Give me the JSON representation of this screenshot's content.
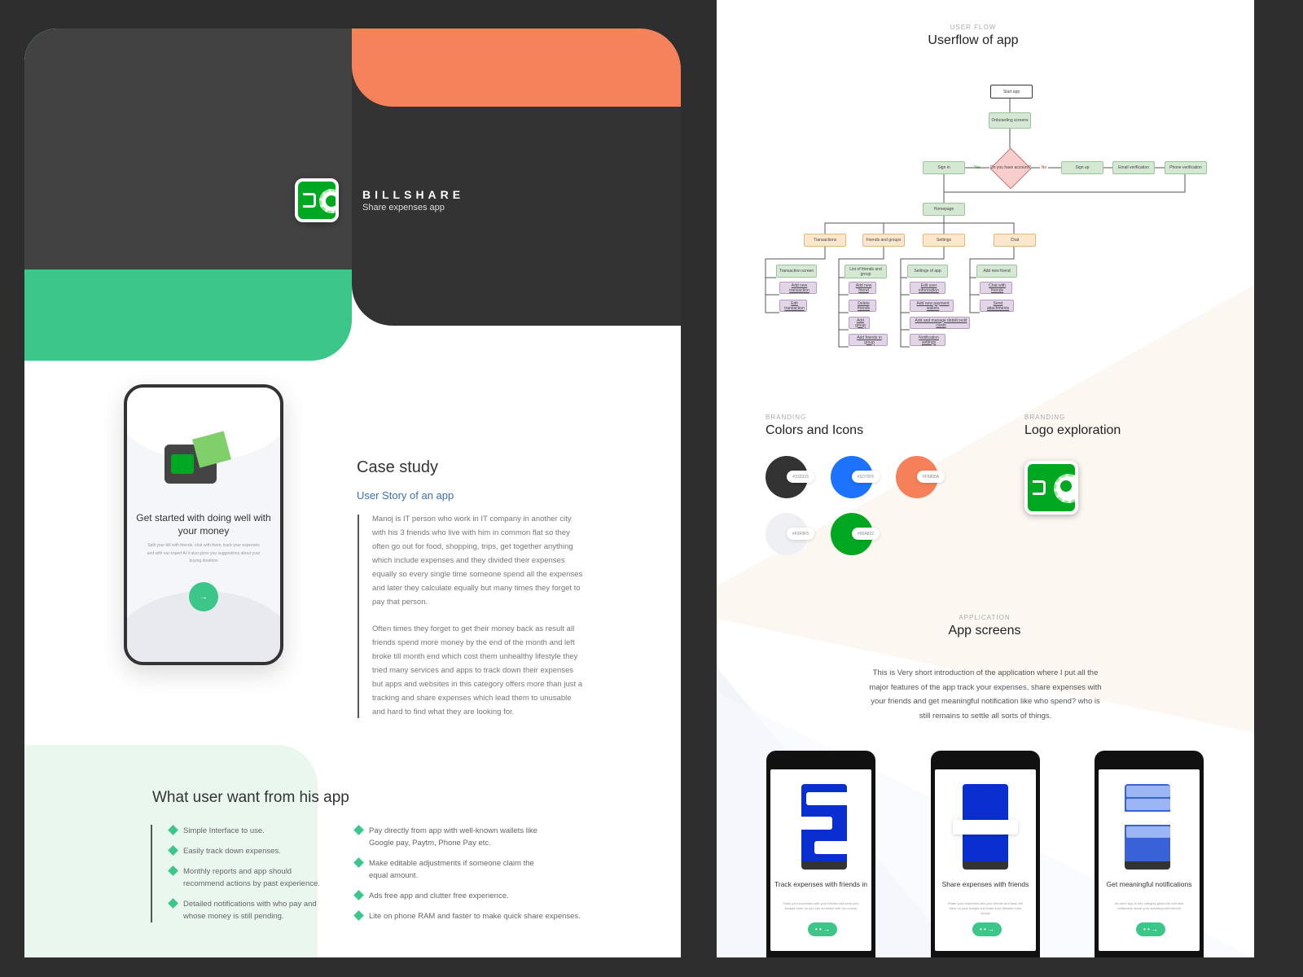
{
  "brand": {
    "name": "BILLSHARE",
    "tagline": "Share expenses app"
  },
  "onboarding": {
    "title": "Get started with doing well with your money",
    "desc": "Split your bill with friends, chat with them, track your expenses and with our expert AI it also gives you suggestions about your buying doations",
    "button": "→"
  },
  "case_study": {
    "title": "Case study",
    "subtitle": "User Story of an app",
    "p1": "Manoj is IT person who work in IT company in another city with his 3 friends who live with him in common flat so they often go out for food, shopping, trips, get together anything which include expenses and they divided their expenses equally so every single time someone spend all the expenses and later they calculate equally but many times they forget to pay that person.",
    "p2": "Often times they forget to get their money back as  result all friends spend more money by the end of the month and left broke till month end which cost them unhealthy lifestyle they tried many services and apps to track down their expenses but apps and websites in this category offers more than just a tracking and share expenses which lead them to unusable and hard to find what they are looking for."
  },
  "wants": {
    "title": "What user want from his app",
    "left": [
      "Simple Interface to use.",
      "Easily track down expenses.",
      "Monthly reports and app should recommend actions by past experience.",
      "Detailed notifications with who pay and whose money is still pending."
    ],
    "right": [
      "Pay directly from app with well-known wallets like Google pay, Paytm, Phone Pay etc.",
      "Make editable adjustments if someone claim the equal amount.",
      "Ads free app and clutter free experience.",
      "Lite on phone RAM and faster to make quick share expenses."
    ]
  },
  "userflow": {
    "label": "USER FLOW",
    "title": "Userflow of app",
    "nodes": {
      "start": "Start app",
      "onboarding": "Onboarding screens",
      "decision": "Do you have account?",
      "yes": "Yes",
      "no": "No",
      "signin": "Sign in",
      "signup": "Sign up",
      "email": "Email verification",
      "phone": "Phone verification",
      "home": "Homepage",
      "transactions": "Transactions",
      "friends": "Friends and groups",
      "settings": "Settings",
      "chat": "Chat",
      "tscreen": "Transaction screen",
      "addtx": "Add new transaction",
      "edittx": "Edit transaction",
      "flist": "List of friends and group",
      "addfriend": "Add new friend",
      "delfriend": "Delete friends",
      "addgroup": "Add group",
      "addfig": "Add friends in group",
      "sapp": "Settings of app",
      "edituser": "Edit user information",
      "wallets": "Add new payment wallets",
      "cards": "Add and manage debit/credit cards",
      "notif": "Notification settings",
      "newfriend": "Add new friend",
      "chatf": "Chat with friends",
      "attach": "Send attachments"
    }
  },
  "branding": {
    "label": "BRANDING",
    "colors_title": "Colors and Icons",
    "logo_title": "Logo exploration",
    "colors": [
      {
        "hex": "#333333"
      },
      {
        "hex": "#1D72FF"
      },
      {
        "hex": "#F5805A"
      },
      {
        "hex": "#F0F0F5"
      },
      {
        "hex": "#00A822"
      }
    ]
  },
  "app": {
    "label": "APPLICATION",
    "title": "App screens",
    "intro": "This is Very short introduction of the application where I put all the major features of the app track your expenses, share expenses with your friends and get meaningful notification like who spend? who is still remains to settle all sorts of things.",
    "screens": [
      {
        "title": "Track expenses with friends in",
        "desc": "Track your expenses with your friends and keep your budget clean so you can do better with our money",
        "btn": "• • →"
      },
      {
        "title": "Share expenses with friends",
        "desc": "Share your expenses with your friends and keep the track on your budget and make your lifestyle more simple",
        "btn": "• • →"
      },
      {
        "title": "Get meaningful notifications",
        "desc": "No other app in this category gives the real time notification about your spending with friends",
        "btn": "• • →"
      }
    ]
  }
}
